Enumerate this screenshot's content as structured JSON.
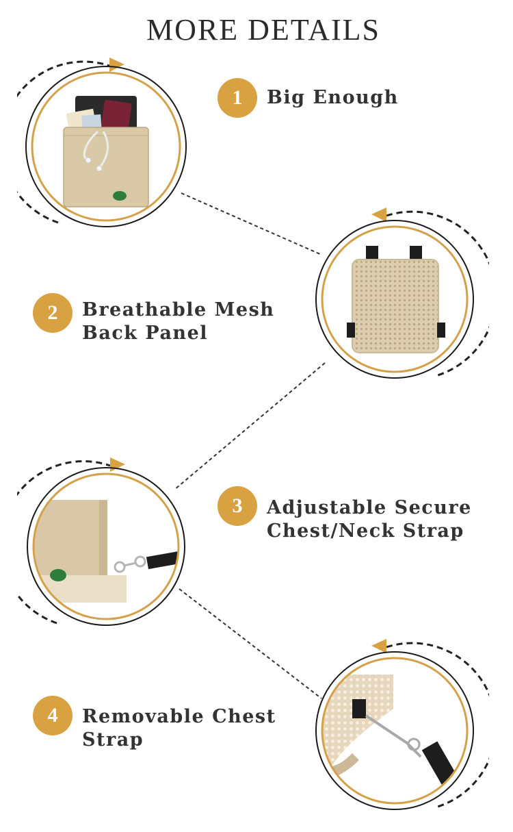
{
  "page": {
    "title": "MORE DETAILS"
  },
  "features": [
    {
      "number": "1",
      "lines": [
        "Big Enough"
      ]
    },
    {
      "number": "2",
      "lines": [
        "Breathable Mesh",
        "Back Panel"
      ]
    },
    {
      "number": "3",
      "lines": [
        "Adjustable Secure",
        "Chest/Neck Strap"
      ]
    },
    {
      "number": "4",
      "lines": [
        "Removable Chest",
        "Strap"
      ]
    }
  ],
  "colors": {
    "accent": "#d8a243",
    "ring": "#d4a049",
    "product": "#d8c8a8",
    "text": "#333333"
  },
  "icons": [
    "arrow-triangle-icon",
    "dashed-arc-icon",
    "connector-dashed-line"
  ]
}
